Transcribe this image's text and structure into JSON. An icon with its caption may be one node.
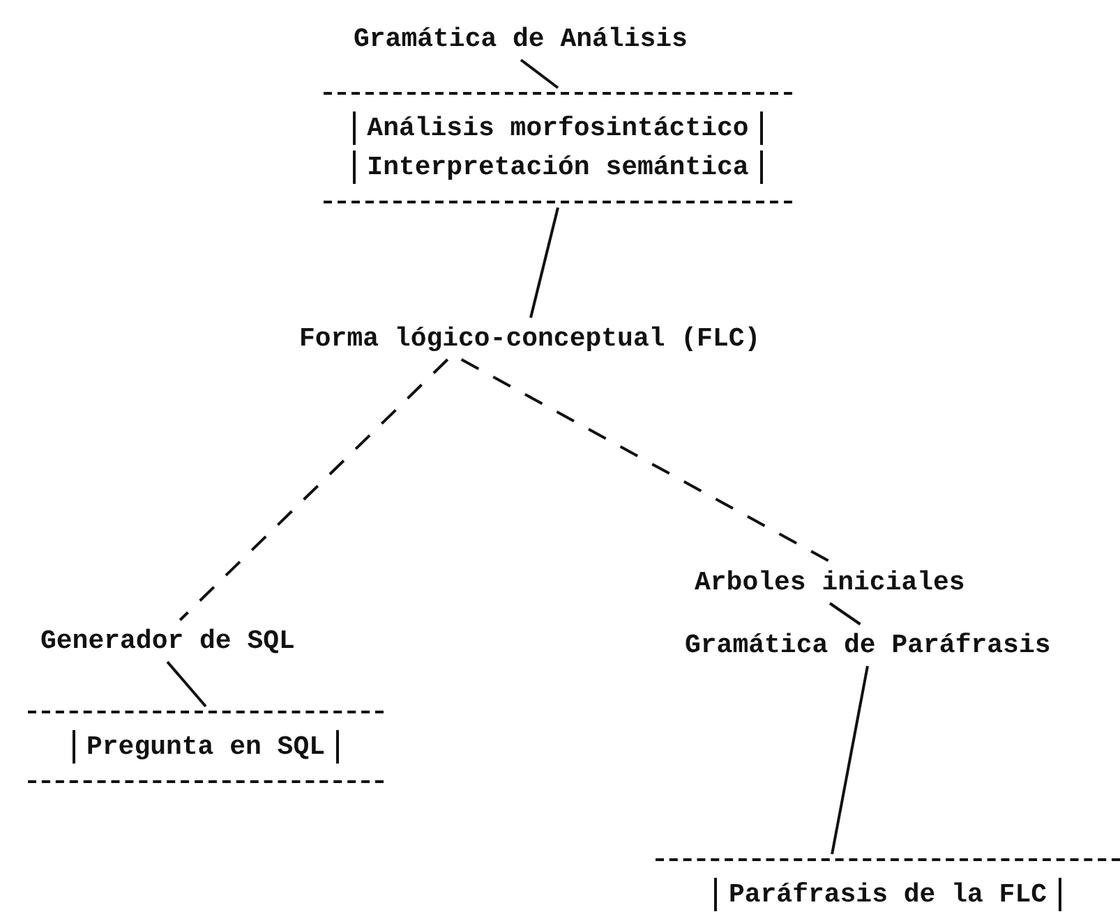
{
  "diagram": {
    "nodes": [
      {
        "text": [
          "Gramática de Análisis"
        ]
      },
      {
        "text": [
          "Análisis morfosintáctico",
          "Interpretación semántica"
        ]
      },
      {
        "text": [
          "Forma lógico-conceptual (FLC)"
        ]
      },
      {
        "text": [
          "Generador de SQL"
        ]
      },
      {
        "text": [
          "Pregunta en SQL"
        ]
      },
      {
        "text": [
          "Arboles iniciales"
        ]
      },
      {
        "text": [
          "Gramática de Paráfrasis"
        ]
      },
      {
        "text": [
          "Paráfrasis de la FLC"
        ]
      }
    ],
    "edges": [
      {
        "from": 0,
        "to": 1,
        "arrow": "none"
      },
      {
        "from": 1,
        "to": 2,
        "arrow": "none"
      },
      {
        "from": 2,
        "to": 3,
        "arrow": "none",
        "style": "dashed"
      },
      {
        "from": 2,
        "to": 5,
        "arrow": "none",
        "style": "dashed"
      },
      {
        "from": 3,
        "to": 4,
        "arrow": "none"
      },
      {
        "from": 5,
        "to": 6,
        "arrow": "none"
      },
      {
        "from": 6,
        "to": 7,
        "arrow": "none"
      }
    ]
  }
}
